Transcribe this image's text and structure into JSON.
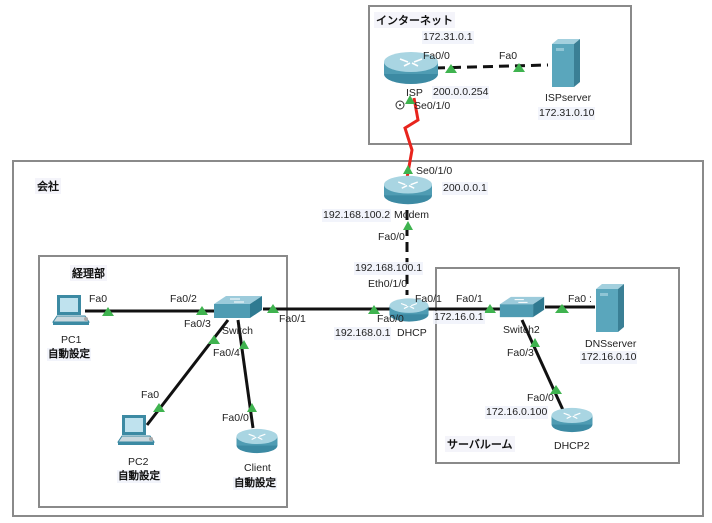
{
  "zones": {
    "internet": {
      "title": "インターネット"
    },
    "company": {
      "title": "会社"
    },
    "accounting": {
      "title": "経理部"
    },
    "server_room": {
      "title": "サーバルーム"
    }
  },
  "devices": {
    "isp": {
      "name": "ISP",
      "type": "router",
      "ip_inside": "172.31.0.1",
      "ip_serial": "200.0.0.254"
    },
    "isp_server": {
      "name": "ISPserver",
      "type": "server",
      "ip": "172.31.0.10"
    },
    "modem": {
      "name": "Modem",
      "type": "router",
      "ip_serial": "200.0.0.1",
      "ip_fa": "192.168.100.2"
    },
    "dhcp": {
      "name": "DHCP",
      "type": "router",
      "ip_eth": "192.168.100.1",
      "ip_fa0": "192.168.0.1",
      "ip_fa1": "172.16.0.1"
    },
    "switch": {
      "name": "Switch",
      "type": "switch"
    },
    "switch2": {
      "name": "Switch2",
      "type": "switch"
    },
    "pc1": {
      "name": "PC1",
      "type": "pc",
      "note": "自動設定"
    },
    "pc2": {
      "name": "PC2",
      "type": "pc",
      "note": "自動設定"
    },
    "client": {
      "name": "Client",
      "type": "router",
      "note": "自動設定"
    },
    "dns_server": {
      "name": "DNSserver",
      "type": "server",
      "ip": "172.16.0.10"
    },
    "dhcp2": {
      "name": "DHCP2",
      "type": "router",
      "ip": "172.16.0.100"
    }
  },
  "ports": {
    "isp_fa00": "Fa0/0",
    "ispserver_fa0": "Fa0",
    "isp_se010": "Se0/1/0",
    "modem_se010": "Se0/1/0",
    "modem_fa00": "Fa0/0",
    "dhcp_eth010": "Eth0/1/0",
    "dhcp_fa00": "Fa0/0",
    "dhcp_fa01": "Fa0/1",
    "switch_fa01": "Fa0/1",
    "switch_fa02": "Fa0/2",
    "switch_fa03": "Fa0/3",
    "switch_fa04": "Fa0/4",
    "pc1_fa0": "Fa0",
    "pc2_fa0": "Fa0",
    "client_fa00": "Fa0/0",
    "switch2_fa01": "Fa0/1",
    "switch2_fa03": "Fa0/3",
    "dnsserver_fa0": "Fa0 :",
    "dhcp2_fa00": "Fa0/0"
  },
  "colors": {
    "link_up": "#3fb34f",
    "serial_link": "#e8241d",
    "device_teal": "#4f9cb3",
    "zone_border": "#8a8a8a"
  }
}
